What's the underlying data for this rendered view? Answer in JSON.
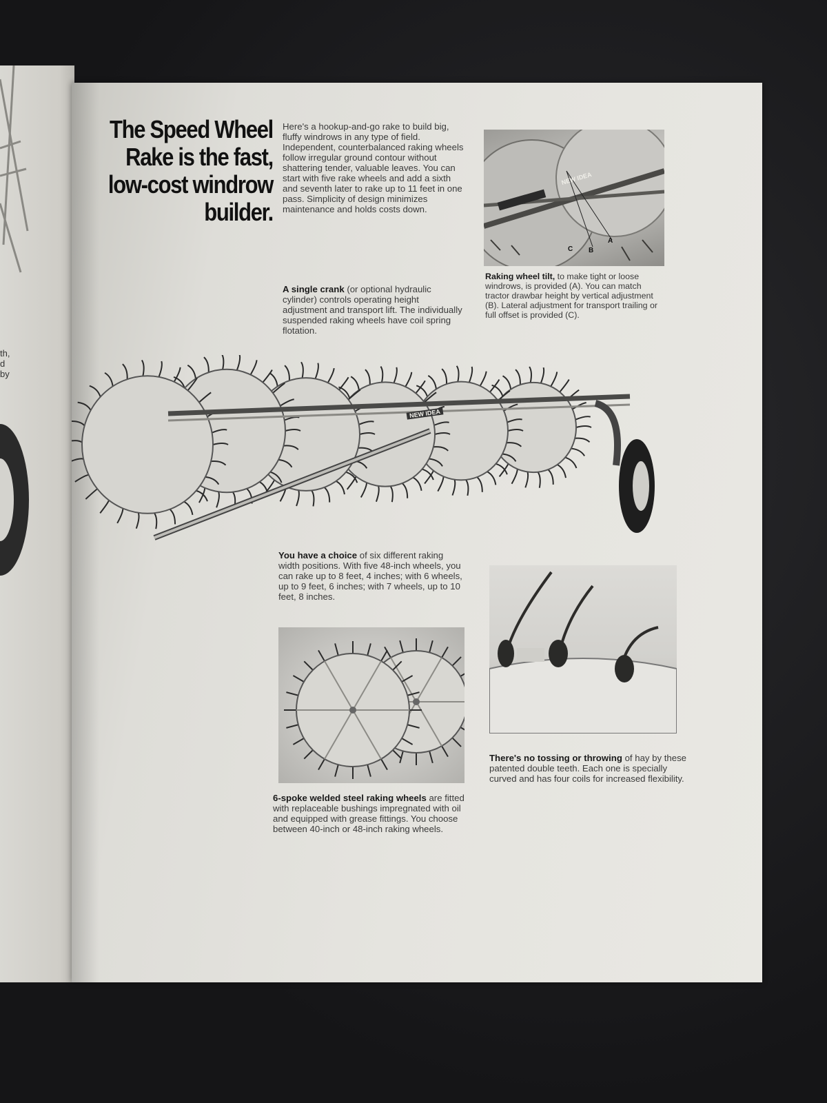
{
  "left_page": {
    "fragments": [
      "th,",
      "d",
      "by"
    ]
  },
  "headline": [
    "The Speed Wheel",
    "Rake is the fast,",
    "low-cost windrow",
    "builder."
  ],
  "intro_paragraph": "Here's a hookup-and-go rake to build big, fluffy windrows in any type of field. Independent, counterbalanced raking wheels follow irregular ground contour without shattering tender, valuable leaves. You can start with five rake wheels and add a sixth and seventh later to rake up to 11 feet in one pass. Simplicity of design minimizes maintenance and holds costs down.",
  "crank_paragraph": {
    "lead": "A single crank",
    "text": " (or optional hydraulic cylinder) controls operating height adjustment and transport lift. The individually suspended raking wheels have coil spring flotation."
  },
  "tilt_photo": {
    "labels": [
      "C",
      "B",
      "A"
    ],
    "brand": "NEW IDEA"
  },
  "tilt_caption": {
    "lead": "Raking wheel tilt,",
    "text": " to make tight or loose windrows, is provided (A). You can match tractor drawbar height by vertical adjustment (B). Lateral adjustment for transport trailing or full offset is provided (C)."
  },
  "rake_illustration": {
    "brand": "NEW IDEA"
  },
  "choice_paragraph": {
    "lead": "You have a choice",
    "text": " of six different raking width positions. With five 48-inch wheels, you can rake up to 8 feet, 4 inches; with 6 wheels, up to 9 feet, 6 inches; with 7 wheels, up to 10 feet, 8 inches."
  },
  "spoke_caption": {
    "lead": "6-spoke welded steel raking wheels",
    "text": " are fitted with replaceable bushings impregnated with oil and equipped with grease fittings. You choose between 40-inch or 48-inch raking wheels."
  },
  "teeth_caption": {
    "lead": "There's no tossing or throwing",
    "text": " of hay by these patented double teeth. Each one is specially curved and has four coils for increased flexibility."
  }
}
